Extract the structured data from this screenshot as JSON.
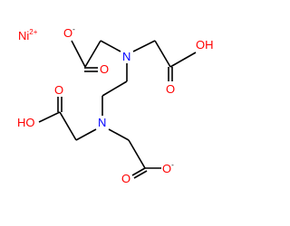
{
  "structure": {
    "ion": {
      "symbol": "Ni",
      "charge": "2+"
    },
    "atoms": {
      "n1": "N",
      "n2": "N",
      "o_carbonyl_1": "O",
      "o_minus_1": "O",
      "o_minus_1_charge": "-",
      "o_carbonyl_2": "O",
      "oh_1": "OH",
      "oh_2": "HO",
      "o_carbonyl_3": "O",
      "o_carbonyl_4": "O",
      "o_minus_2": "O",
      "o_minus_2_charge": "-"
    },
    "colors": {
      "bond": "#000000",
      "oxygen": "#ff0000",
      "nitrogen": "#0000ff",
      "nickel": "#ff0000"
    }
  }
}
